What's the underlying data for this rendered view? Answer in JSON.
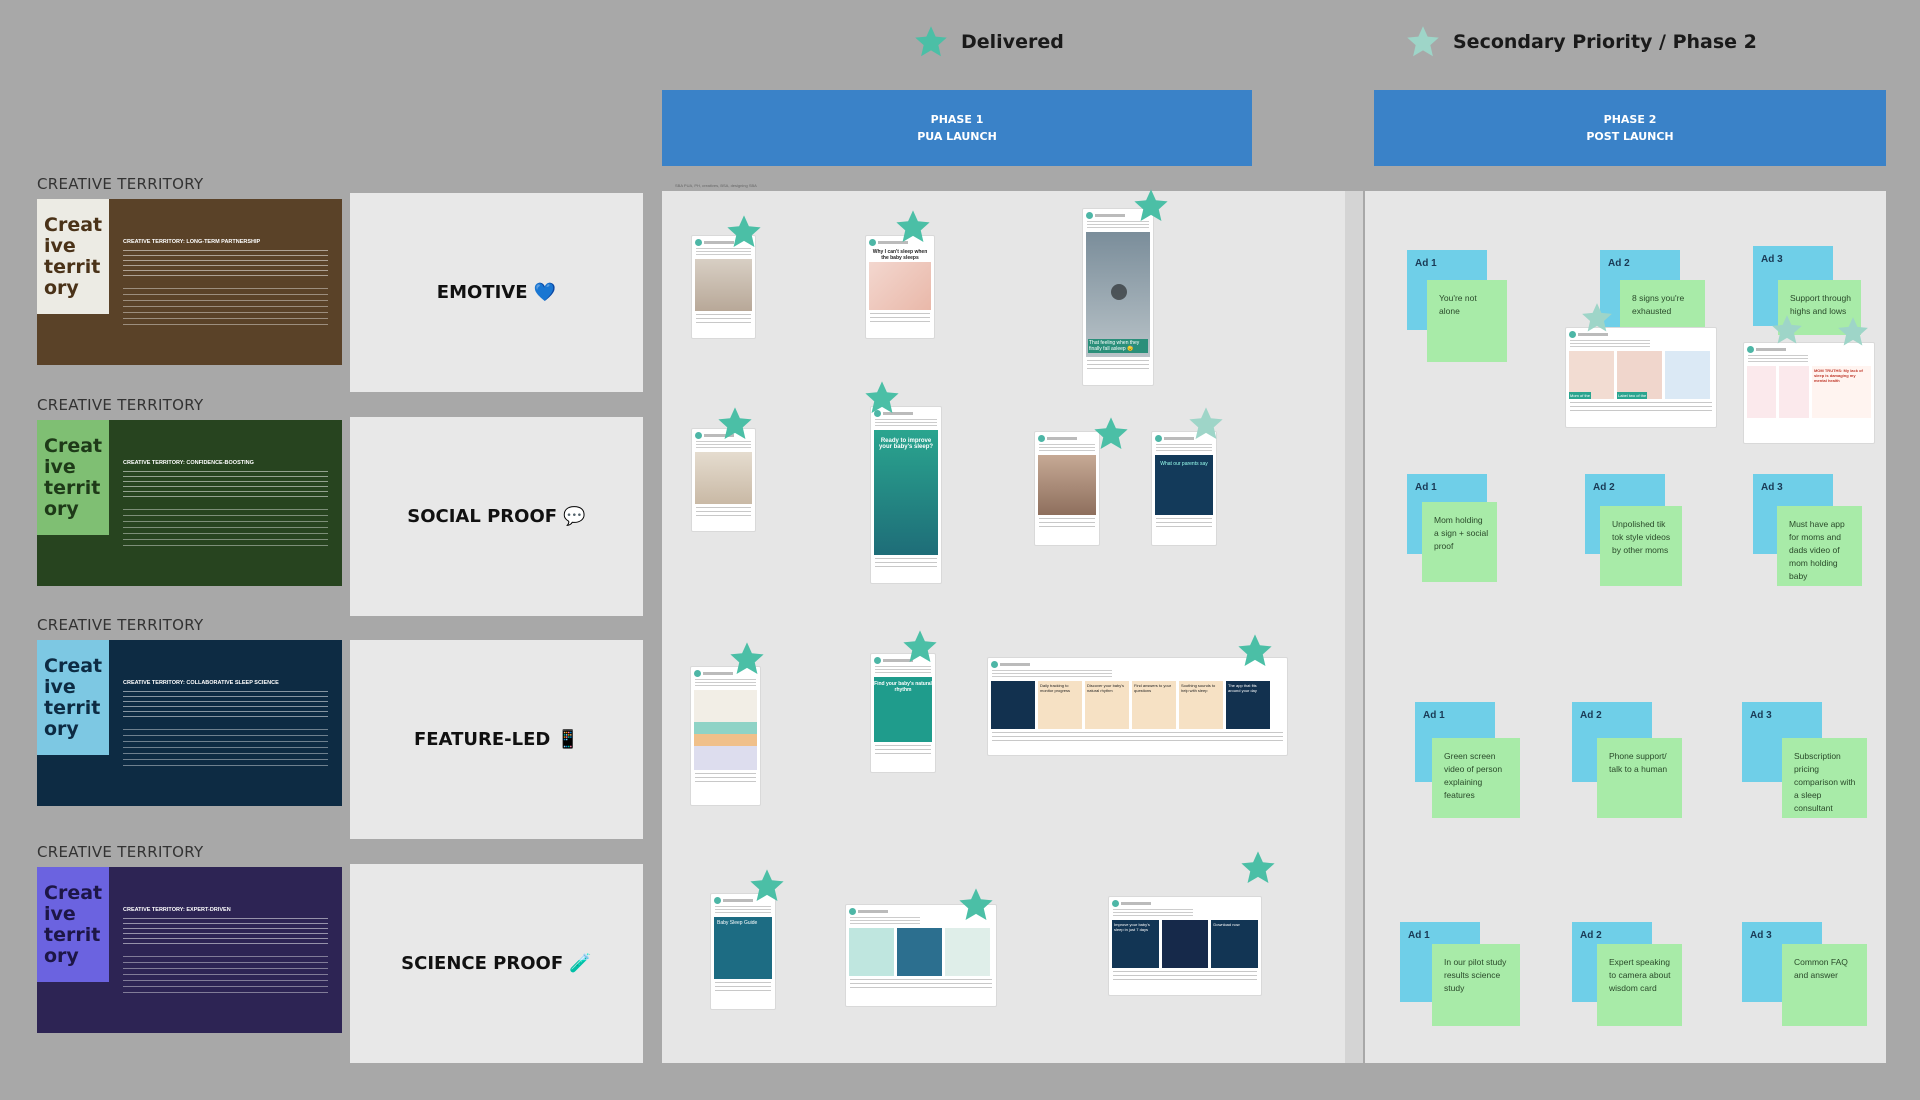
{
  "legend": {
    "delivered_label": "Delivered",
    "secondary_label": "Secondary Priority / Phase 2",
    "delivered_color": "#4bbfa6",
    "secondary_color": "#9ed5c8"
  },
  "phases": [
    {
      "line1": "PHASE 1",
      "line2": "PUA LAUNCH"
    },
    {
      "line1": "PHASE 2",
      "line2": "POST LAUNCH"
    }
  ],
  "phase1_note": "SBA PUA, PH, creatives, BSA, designing SBA",
  "territories": [
    {
      "label": "CREATIVE TERRITORY",
      "card_title": "Creat ive territ ory",
      "heading": "CREATIVE TERRITORY: LONG-TERM PARTNERSHIP",
      "category": "EMOTIVE 💙",
      "bg": "#5a4228",
      "left_bg": "#ecebe4",
      "left_color": "#4a3218"
    },
    {
      "label": "CREATIVE TERRITORY",
      "card_title": "Creat ive territ ory",
      "heading": "CREATIVE TERRITORY: CONFIDENCE-BOOSTING",
      "category": "SOCIAL PROOF 💬",
      "bg": "#27441f",
      "left_bg": "#7fbf73",
      "left_color": "#1e3a18"
    },
    {
      "label": "CREATIVE TERRITORY",
      "card_title": "Creat ive territ ory",
      "heading": "CREATIVE TERRITORY: COLLABORATIVE SLEEP SCIENCE",
      "category": "FEATURE-LED 📱",
      "bg": "#0d2b43",
      "left_bg": "#7dc8e3",
      "left_color": "#0d2b43"
    },
    {
      "label": "CREATIVE TERRITORY",
      "card_title": "Creat ive territ ory",
      "heading": "CREATIVE TERRITORY: EXPERT-DRIVEN",
      "category": "SCIENCE PROOF 🧪",
      "bg": "#2d2454",
      "left_bg": "#6b63e0",
      "left_color": "#1d1646"
    }
  ],
  "phase2_rows": [
    [
      {
        "ad": "Ad 1",
        "note": "You're not alone"
      },
      {
        "ad": "Ad 2",
        "note": "8 signs you're exhausted"
      },
      {
        "ad": "Ad 3",
        "note": "Support through highs and lows"
      }
    ],
    [
      {
        "ad": "Ad 1",
        "note": "Mom holding a sign + social proof"
      },
      {
        "ad": "Ad 2",
        "note": "Unpolished tik tok style videos by other moms"
      },
      {
        "ad": "Ad 3",
        "note": "Must have app for moms and dads video of mom holding baby"
      }
    ],
    [
      {
        "ad": "Ad 1",
        "note": "Green screen video of person explaining features"
      },
      {
        "ad": "Ad 2",
        "note": "Phone support/ talk to a human"
      },
      {
        "ad": "Ad 3",
        "note": "Subscription pricing comparison with a sleep consultant"
      }
    ],
    [
      {
        "ad": "Ad 1",
        "note": "In our pilot study results science study"
      },
      {
        "ad": "Ad 2",
        "note": "Expert speaking to camera about wisdom card"
      },
      {
        "ad": "Ad 3",
        "note": "Common FAQ and answer"
      }
    ]
  ],
  "ad_texts": {
    "headline_emotive_2": "Why I can't sleep when the baby sleeps",
    "overlay_emotive_3": "That feeling when they finally fall asleep 😴",
    "headline_social_2": "Ready to improve your baby's sleep?",
    "overlay_social_4": "What our parents say",
    "headline_feature_2": "Find your baby's natural rhythm",
    "headline_science_1": "Baby Sleep Guide",
    "p2_ad2_label_a": "Mom of the",
    "p2_ad2_label_b": "Label two of the",
    "p2_ad3_title": "MOM TRUTHS: My lack of sleep is damaging my mental health",
    "carousel_labels": [
      "Daily tracking to monitor progress",
      "Discover your baby's natural rhythm",
      "Find answers to your questions",
      "Soothing sounds to help with sleep",
      "The app that fits around your day"
    ],
    "science_carousel_labels": [
      "Improve your baby's sleep in just 7 days",
      "",
      "Download now"
    ]
  }
}
